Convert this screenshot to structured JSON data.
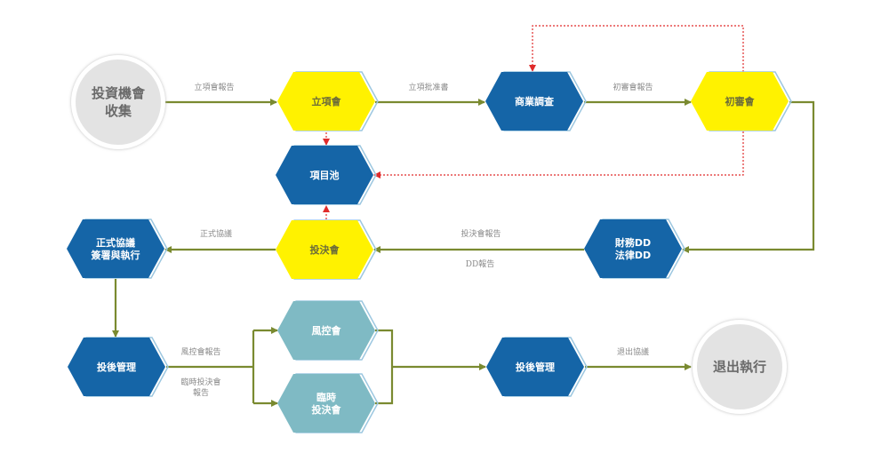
{
  "colors": {
    "yellow": "#fff200",
    "blue": "#1565a7",
    "teal": "#7fbac4",
    "circle": "#e3e3e3",
    "flow": "#7a8a30",
    "feedback": "#e02b2b"
  },
  "nodes": {
    "collect": {
      "lines": [
        "投資機會",
        "收集"
      ],
      "shape": "circle"
    },
    "approval_meeting": {
      "lines": [
        "立項會"
      ],
      "color": "yellow"
    },
    "project_pool": {
      "lines": [
        "項目池"
      ],
      "color": "blue"
    },
    "decision_meeting": {
      "lines": [
        "投決會"
      ],
      "color": "yellow"
    },
    "business_research": {
      "lines": [
        "商業調查"
      ],
      "color": "blue"
    },
    "preliminary_review": {
      "lines": [
        "初審會"
      ],
      "color": "yellow"
    },
    "due_diligence": {
      "lines": [
        "財務DD",
        "法律DD"
      ],
      "color": "blue"
    },
    "formal_agreement": {
      "lines": [
        "正式協議",
        "簽署與執行"
      ],
      "color": "blue"
    },
    "post_investment_left": {
      "lines": [
        "投後管理"
      ],
      "color": "blue"
    },
    "risk_control": {
      "lines": [
        "風控會"
      ],
      "color": "teal"
    },
    "interim_decision": {
      "lines": [
        "臨時",
        "投決會"
      ],
      "color": "teal"
    },
    "post_investment_right": {
      "lines": [
        "投後管理"
      ],
      "color": "blue"
    },
    "exit": {
      "lines": [
        "退出執行"
      ],
      "shape": "circle"
    }
  },
  "edge_labels": {
    "approval_report": "立項會報告",
    "approval_letter": "立項批准書",
    "preliminary_report": "初審會報告",
    "decision_report": "投決會報告",
    "dd_report": "DD報告",
    "formal_agreement": "正式協議",
    "risk_report": "風控會報告",
    "interim_report": [
      "臨時投決會",
      "報告"
    ],
    "exit_agreement": "退出協議"
  }
}
